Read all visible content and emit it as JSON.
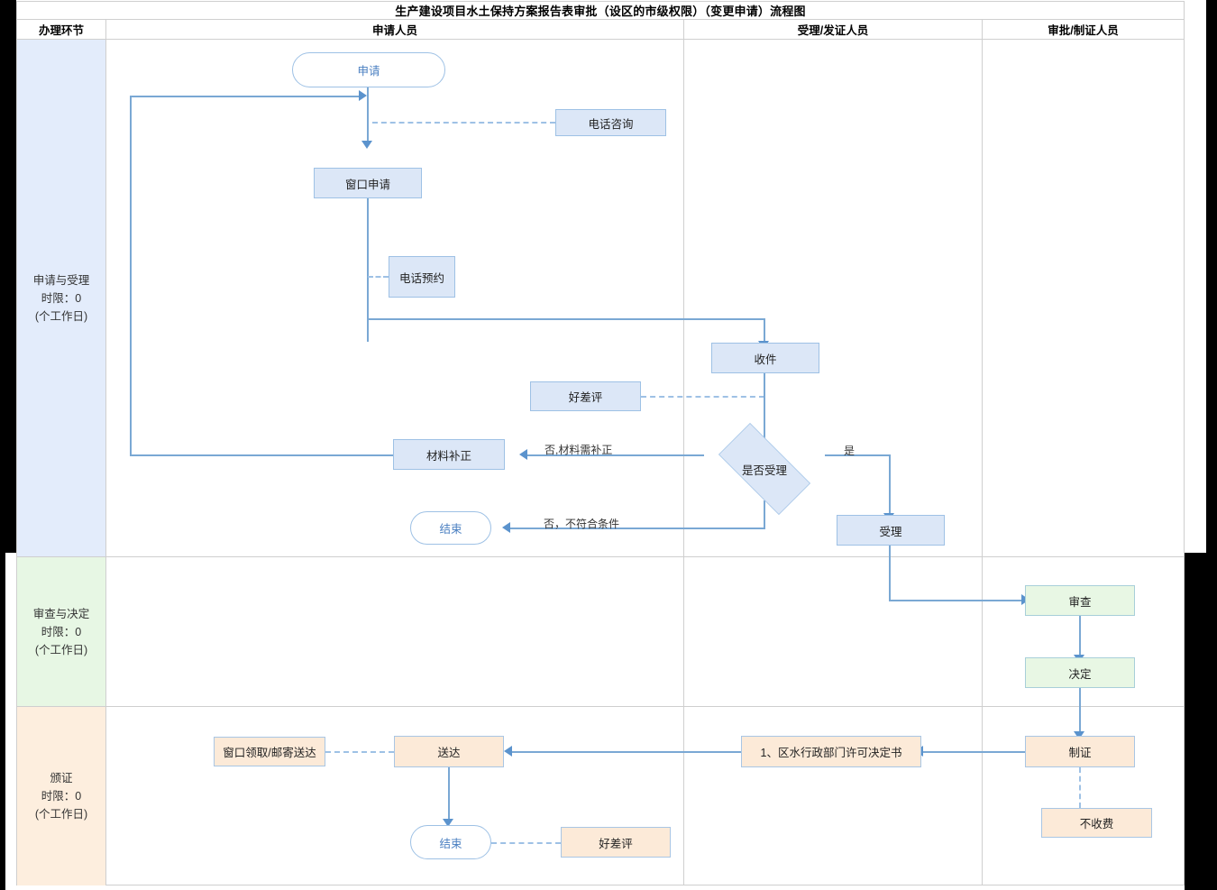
{
  "title": "生产建设项目水土保持方案报告表审批（设区的市级权限）（变更申请）流程图",
  "columns": [
    {
      "key": "stage",
      "label": "办理环节"
    },
    {
      "key": "applicant",
      "label": "申请人员"
    },
    {
      "key": "acceptor",
      "label": "受理/发证人员"
    },
    {
      "key": "approver",
      "label": "审批/制证人员"
    }
  ],
  "stages": [
    {
      "key": "apply",
      "label": "申请与受理\n时限：0\n(个工作日)",
      "color": "#e3ecfb"
    },
    {
      "key": "review",
      "label": "审查与决定\n时限：0\n(个工作日)",
      "color": "#e7f7e4"
    },
    {
      "key": "issue",
      "label": "颁证\n时限：0\n(个工作日)",
      "color": "#fdeede"
    }
  ],
  "nodes": {
    "start": "申请",
    "phone_consult": "电话咨询",
    "window_apply": "窗口申请",
    "phone_booking": "电话预约",
    "receive": "收件",
    "rating_top": "好差评",
    "material_fix": "材料补正",
    "decision": "是否受理",
    "end_top": "结束",
    "accept": "受理",
    "examine": "审查",
    "decide": "决定",
    "make_cert": "制证",
    "no_fee": "不收费",
    "permit_doc": "1、区水行政部门许可决定书",
    "deliver": "送达",
    "pickup": "窗口领取/邮寄送达",
    "end_bottom": "结束",
    "rating_bottom": "好差评"
  },
  "edge_labels": {
    "need_fix": "否,材料需补正",
    "not_qualified": "否，不符合条件",
    "yes": "是"
  },
  "colors": {
    "blue_fill": "#dce7f7",
    "blue_stroke": "#9ec1e5",
    "green_fill": "#e8f7e4",
    "peach_fill": "#fcead8",
    "connector": "#7aa8d4",
    "arrow": "#5b93cd",
    "grid": "#cfcfcf"
  }
}
